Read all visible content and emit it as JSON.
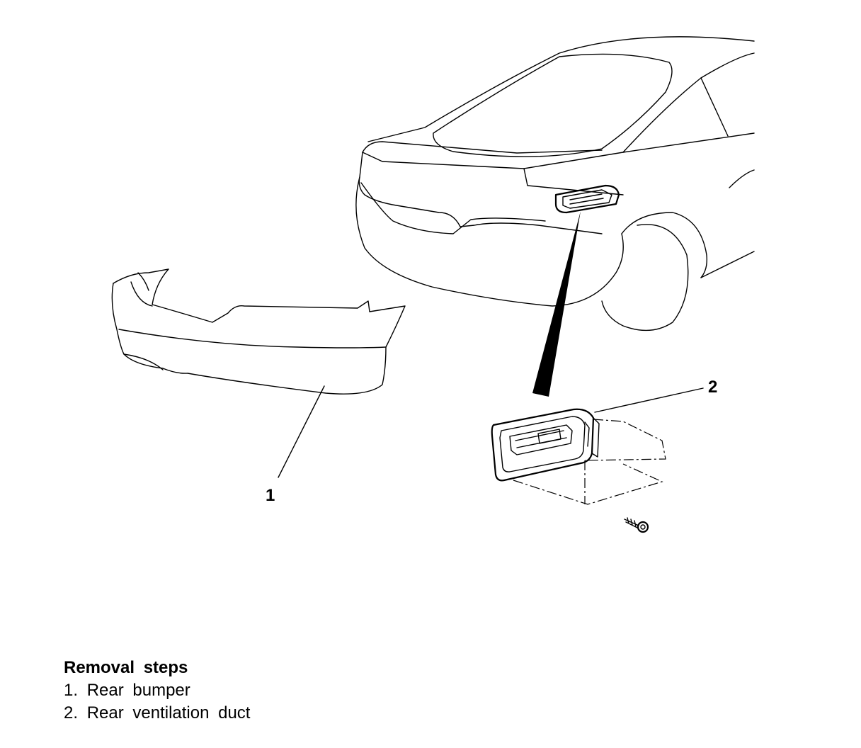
{
  "callouts": {
    "part1": "1",
    "part2": "2"
  },
  "legend": {
    "title": "Removal steps",
    "steps": [
      {
        "num": "1.",
        "label": "Rear bumper"
      },
      {
        "num": "2.",
        "label": "Rear ventilation duct"
      }
    ]
  }
}
